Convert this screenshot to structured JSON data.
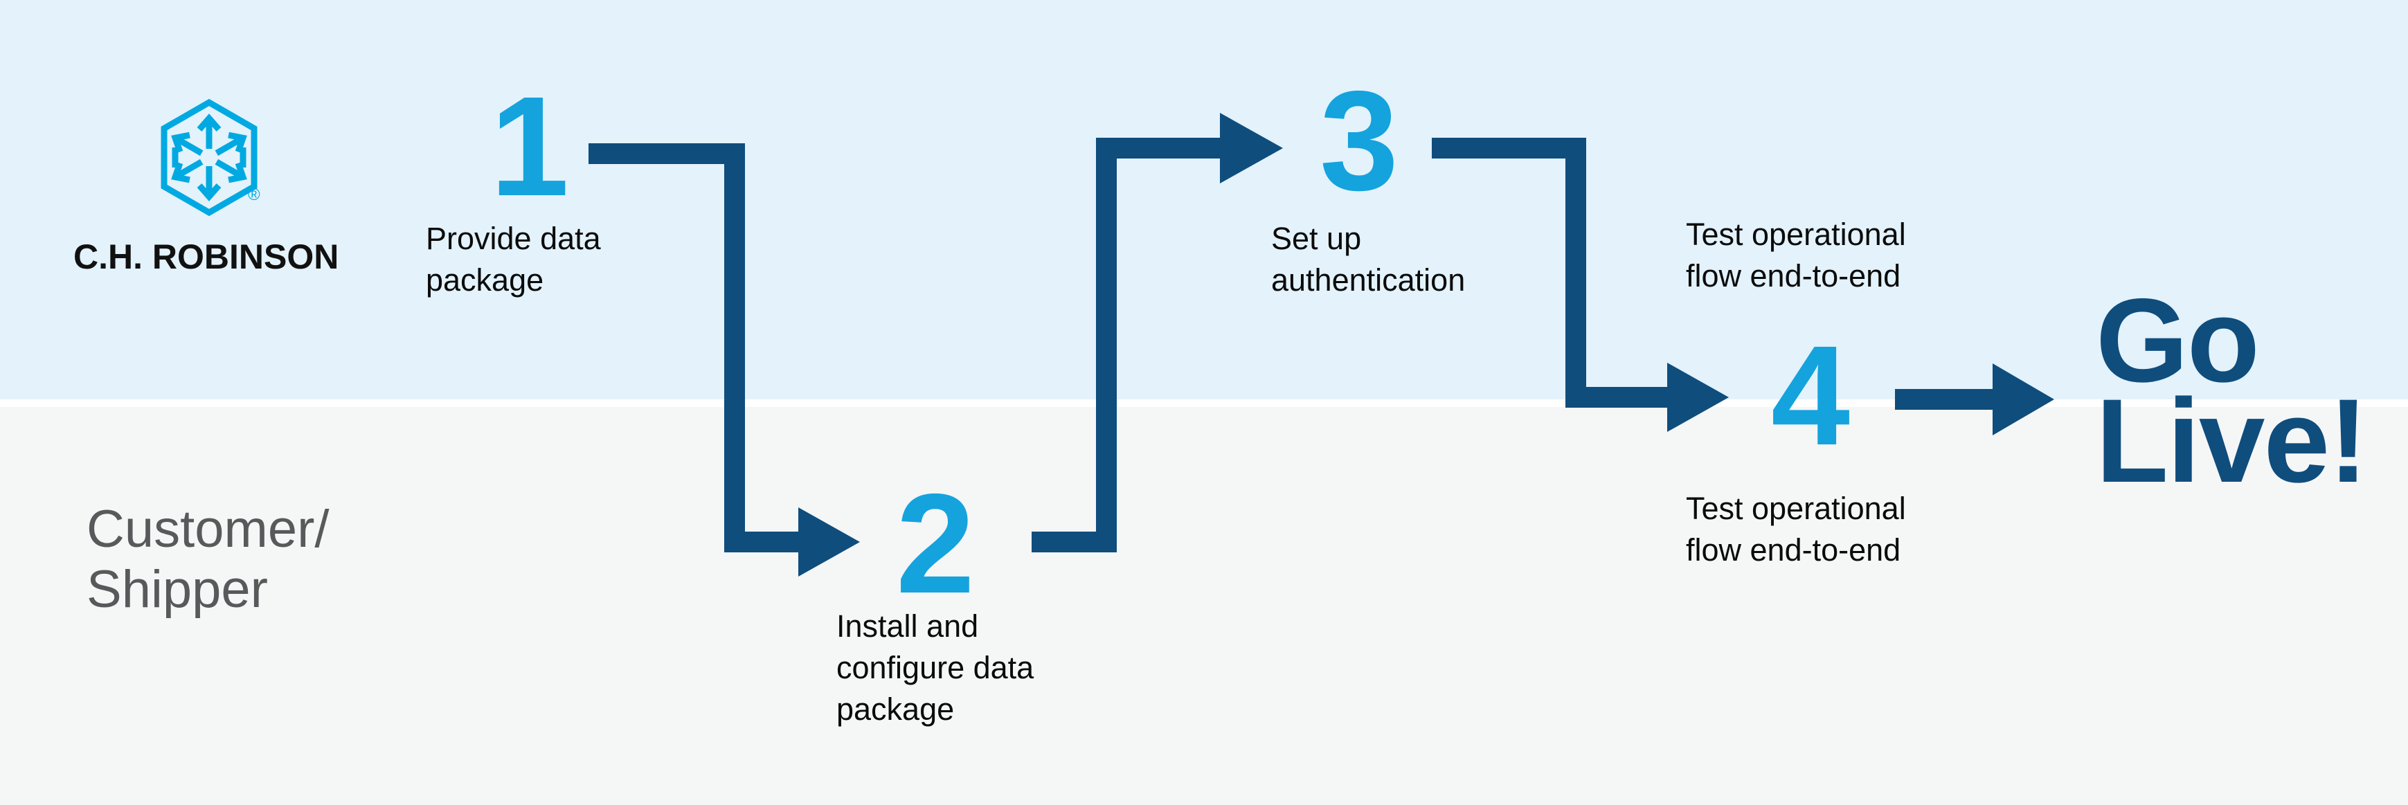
{
  "brand": {
    "name": "C.H. ROBINSON",
    "registered_mark": "®"
  },
  "lanes": {
    "bottom": {
      "line1": "Customer/",
      "line2": "Shipper"
    }
  },
  "steps": [
    {
      "number": "1",
      "label_lines": [
        "Provide data",
        "package"
      ]
    },
    {
      "number": "2",
      "label_lines": [
        "Install and",
        "configure data",
        "package"
      ]
    },
    {
      "number": "3",
      "label_lines": [
        "Set up",
        "authentication"
      ]
    },
    {
      "number": "4",
      "label_above_lines": [
        "Test operational",
        "flow end-to-end"
      ],
      "label_below_lines": [
        "Test operational",
        "flow end-to-end"
      ]
    }
  ],
  "finale": {
    "line1": "Go",
    "line2": "Live!"
  },
  "colors": {
    "band_top": "#e3f2fb",
    "band_bottom": "#f5f6f6",
    "divider": "#ffffff",
    "arrow_navy": "#0f4d7d",
    "step_number_blue": "#14a3dd",
    "logo_blue": "#00a9e1",
    "label_text": "#0b0b0b",
    "lane_text": "#58595b"
  }
}
